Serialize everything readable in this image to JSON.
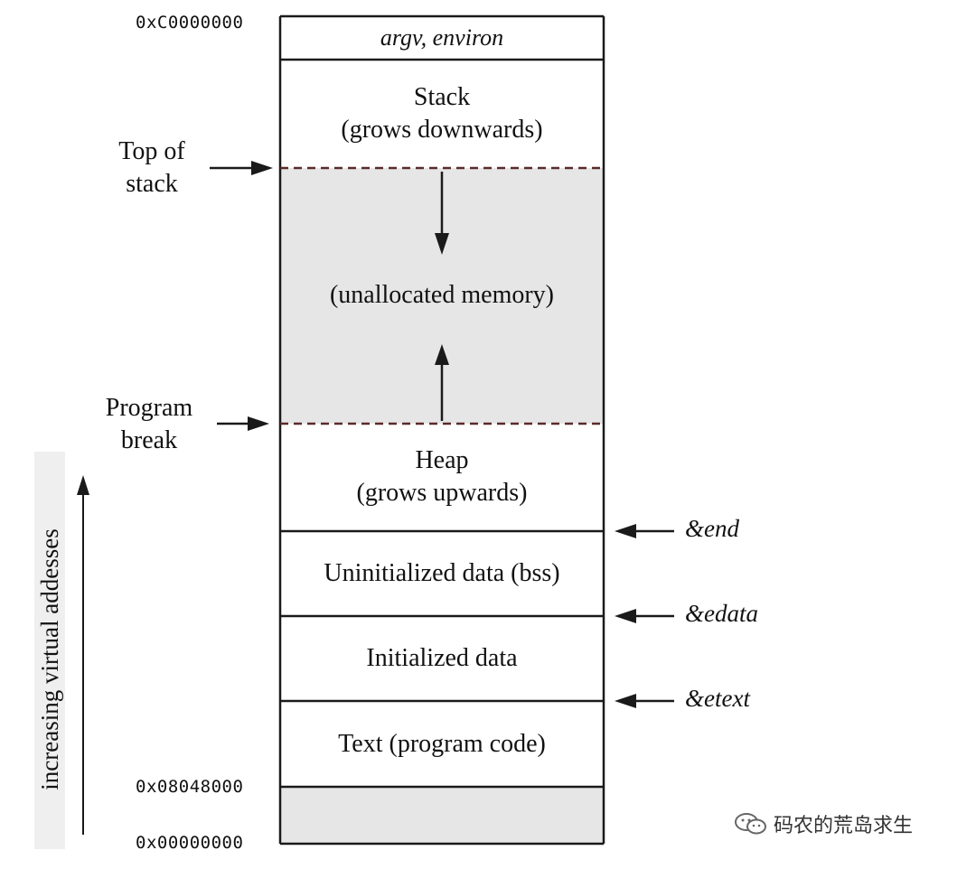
{
  "addresses": {
    "top": "0xC0000000",
    "text_start": "0x08048000",
    "zero": "0x00000000"
  },
  "segments": {
    "argv": "argv, environ",
    "stack_title": "Stack",
    "stack_sub": "(grows downwards)",
    "unallocated": "(unallocated memory)",
    "heap_title": "Heap",
    "heap_sub": "(grows upwards)",
    "bss": "Uninitialized data (bss)",
    "data": "Initialized data",
    "text": "Text (program code)"
  },
  "pointers": {
    "top_of_stack_1": "Top of",
    "top_of_stack_2": "stack",
    "program_break_1": "Program",
    "program_break_2": "break"
  },
  "symbols": {
    "end": "&end",
    "edata": "&edata",
    "etext": "&etext"
  },
  "axis_label": "increasing virtual addesses",
  "watermark": "码农的荒岛求生",
  "colors": {
    "unallocated_fill": "#e6e6e6",
    "line": "#1a1a1a",
    "dashed": "#5a2a2a"
  }
}
